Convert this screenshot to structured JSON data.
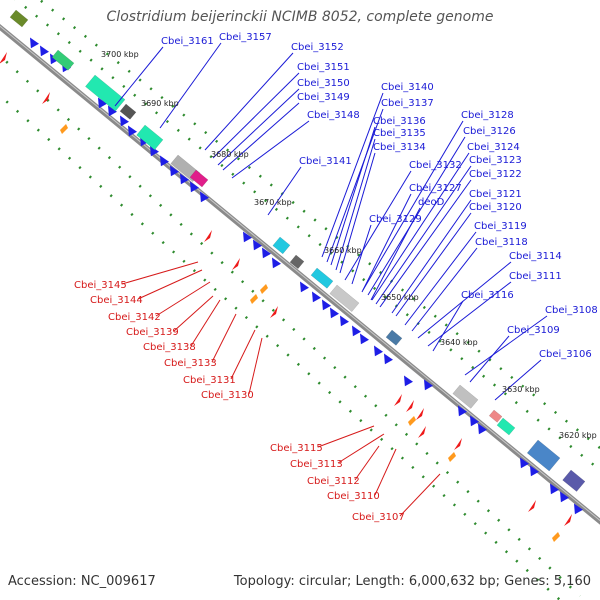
{
  "header": {
    "title": "Clostridium beijerinckii NCIMB 8052, complete genome"
  },
  "footer": {
    "accession": "Accession: NC_009617",
    "summary": "Topology: circular; Length: 6,000,632 bp; Genes: 5,160"
  },
  "colors": {
    "backbone": "#8c8c8c",
    "forward_label": "#1a1ad6",
    "reverse_label": "#d61a1a",
    "forward_gene": "#1e1ee6",
    "reverse_gene": "#ee1a1a",
    "tick": "#2e8b2e"
  },
  "scale_ticks_kbp": [
    "3700 kbp",
    "3690 kbp",
    "3680 kbp",
    "3670 kbp",
    "3660 kbp",
    "3650 kbp",
    "3640 kbp",
    "3630 kbp",
    "3620 kbp"
  ],
  "labels_forward": [
    "Cbei_3161",
    "Cbei_3157",
    "Cbei_3152",
    "Cbei_3151",
    "Cbei_3150",
    "Cbei_3149",
    "Cbei_3148",
    "Cbei_3141",
    "Cbei_3140",
    "Cbei_3137",
    "Cbei_3136",
    "Cbei_3135",
    "Cbei_3134",
    "Cbei_3132",
    "Cbei_3129",
    "Cbei_3128",
    "Cbei_3126",
    "Cbei_3124",
    "Cbei_3123",
    "Cbei_3122",
    "Cbei_3127",
    "deoD",
    "Cbei_3121",
    "Cbei_3120",
    "Cbei_3119",
    "Cbei_3118",
    "Cbei_3114",
    "Cbei_3111",
    "Cbei_3116",
    "Cbei_3108",
    "Cbei_3109",
    "Cbei_3106"
  ],
  "labels_reverse": [
    "Cbei_3145",
    "Cbei_3144",
    "Cbei_3142",
    "Cbei_3139",
    "Cbei_3138",
    "Cbei_3133",
    "Cbei_3131",
    "Cbei_3130",
    "Cbei_3115",
    "Cbei_3113",
    "Cbei_3112",
    "Cbei_3110",
    "Cbei_3107"
  ]
}
